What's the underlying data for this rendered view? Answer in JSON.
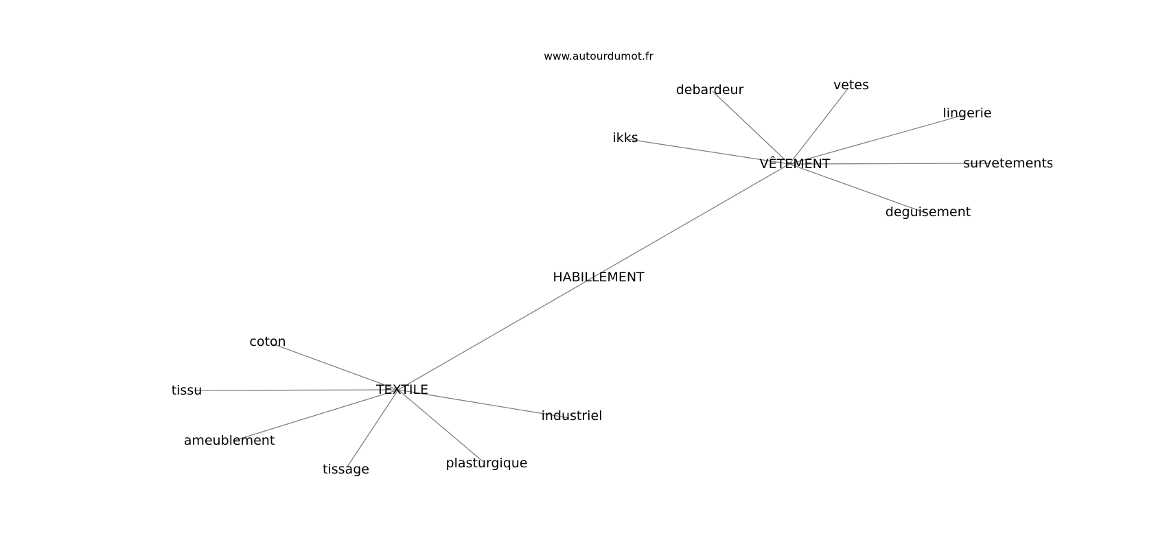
{
  "watermark": "www.autourdumot.fr",
  "graph": {
    "center": "HABILLEMENT",
    "hubs": [
      "TEXTILE",
      "VÊTEMENT"
    ],
    "nodes": [
      {
        "id": "habillement",
        "label": "HABILLEMENT"
      },
      {
        "id": "vetement",
        "label": "VÊTEMENT"
      },
      {
        "id": "textile",
        "label": "TEXTILE"
      },
      {
        "id": "debardeur",
        "label": "debardeur"
      },
      {
        "id": "vetes",
        "label": "vetes"
      },
      {
        "id": "lingerie",
        "label": "lingerie"
      },
      {
        "id": "ikks",
        "label": "ikks"
      },
      {
        "id": "survetements",
        "label": "survetements"
      },
      {
        "id": "deguisement",
        "label": "deguisement"
      },
      {
        "id": "coton",
        "label": "coton"
      },
      {
        "id": "tissu",
        "label": "tissu"
      },
      {
        "id": "ameublement",
        "label": "ameublement"
      },
      {
        "id": "tissage",
        "label": "tissage"
      },
      {
        "id": "plasturgique",
        "label": "plasturgique"
      },
      {
        "id": "industriel",
        "label": "industriel"
      }
    ],
    "edges": [
      [
        "textile",
        "vetement"
      ],
      [
        "vetement",
        "debardeur"
      ],
      [
        "vetement",
        "vetes"
      ],
      [
        "vetement",
        "lingerie"
      ],
      [
        "vetement",
        "ikks"
      ],
      [
        "vetement",
        "survetements"
      ],
      [
        "vetement",
        "deguisement"
      ],
      [
        "textile",
        "coton"
      ],
      [
        "textile",
        "tissu"
      ],
      [
        "textile",
        "ameublement"
      ],
      [
        "textile",
        "tissage"
      ],
      [
        "textile",
        "plasturgique"
      ],
      [
        "textile",
        "industriel"
      ]
    ]
  }
}
